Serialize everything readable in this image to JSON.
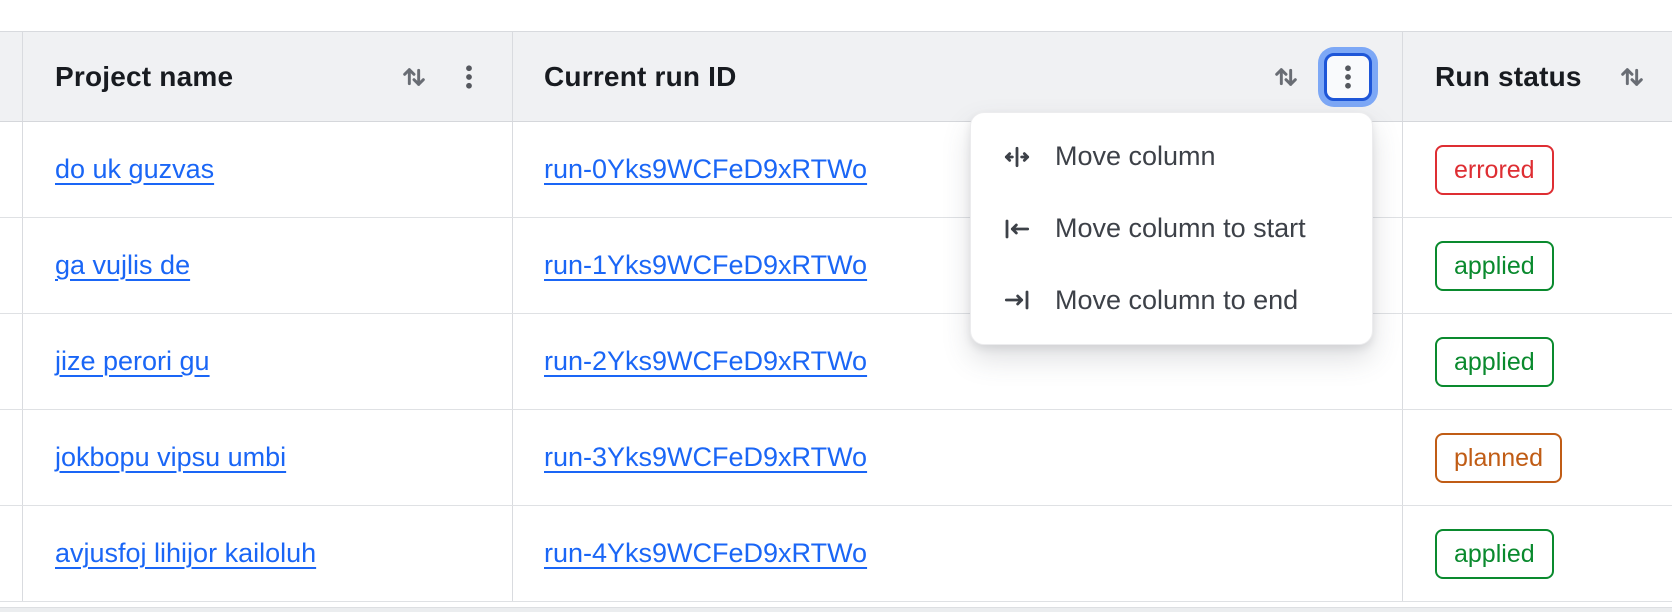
{
  "header": {
    "columns": [
      {
        "label": "Project name"
      },
      {
        "label": "Current run ID"
      },
      {
        "label": "Run status"
      }
    ]
  },
  "menu": {
    "items": [
      {
        "label": "Move column",
        "icon": "move-column-icon"
      },
      {
        "label": "Move column to start",
        "icon": "move-column-to-start-icon"
      },
      {
        "label": "Move column to end",
        "icon": "move-column-to-end-icon"
      }
    ]
  },
  "rows": [
    {
      "project": "do uk guzvas",
      "run_id": "run-0Yks9WCFeD9xRTWo",
      "status": "errored"
    },
    {
      "project": "ga vujlis de",
      "run_id": "run-1Yks9WCFeD9xRTWo",
      "status": "applied"
    },
    {
      "project": "jize perori gu",
      "run_id": "run-2Yks9WCFeD9xRTWo",
      "status": "applied"
    },
    {
      "project": "jokbopu vipsu umbi",
      "run_id": "run-3Yks9WCFeD9xRTWo",
      "status": "planned"
    },
    {
      "project": "avjusfoj lihijor kailoluh",
      "run_id": "run-4Yks9WCFeD9xRTWo",
      "status": "applied"
    }
  ],
  "colors": {
    "link": "#1a66f6",
    "status_errored": "#de2e33",
    "status_applied": "#0a8a2e",
    "status_planned": "#c05c15",
    "header_bg": "#f0f1f3",
    "focus_ring_outer": "#7da8f6",
    "focus_ring_border": "#1e56d8"
  }
}
